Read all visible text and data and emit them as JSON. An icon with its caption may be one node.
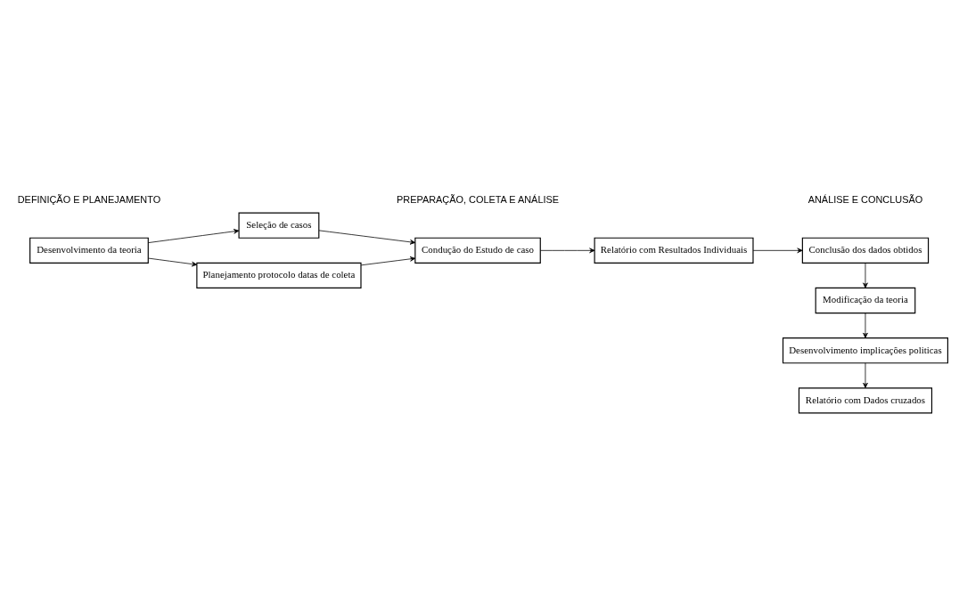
{
  "diagram": {
    "nodes": [
      {
        "text": [
          "Desenvolvimento da teoria"
        ]
      },
      {
        "text": [
          "Seleção de casos"
        ]
      },
      {
        "text": [
          "Planejamento protocolo datas de coleta"
        ]
      },
      {
        "text": [
          "Condução do Estudo de caso"
        ]
      },
      {
        "text": [
          "Relatório com Resultados Individuais"
        ]
      },
      {
        "text": [
          "Conclusão dos dados obtidos"
        ]
      },
      {
        "text": [
          "Modificação da teoria"
        ]
      },
      {
        "text": [
          "Desenvolvimento implicações politicas"
        ]
      },
      {
        "text": [
          "Relatório com Dados cruzados"
        ]
      }
    ],
    "edges": [
      {
        "from": 0,
        "to": 1,
        "arrow": "to"
      },
      {
        "from": 0,
        "to": 2,
        "arrow": "to"
      },
      {
        "from": 1,
        "to": 3,
        "arrow": "to"
      },
      {
        "from": 2,
        "to": 3,
        "arrow": "to"
      },
      {
        "from": 3,
        "to": 4,
        "arrow": "to"
      },
      {
        "from": 4,
        "to": 5,
        "arrow": "to"
      },
      {
        "from": 5,
        "to": 6,
        "arrow": "to"
      },
      {
        "from": 6,
        "to": 7,
        "arrow": "to"
      },
      {
        "from": 7,
        "to": 8,
        "arrow": "to"
      }
    ],
    "labels": [
      "DEFINIÇÃO E PLANEJAMENTO",
      "PREPARAÇÃO, COLETA E ANÁLISE",
      "ANÁLISE E CONCLUSÃO"
    ]
  }
}
